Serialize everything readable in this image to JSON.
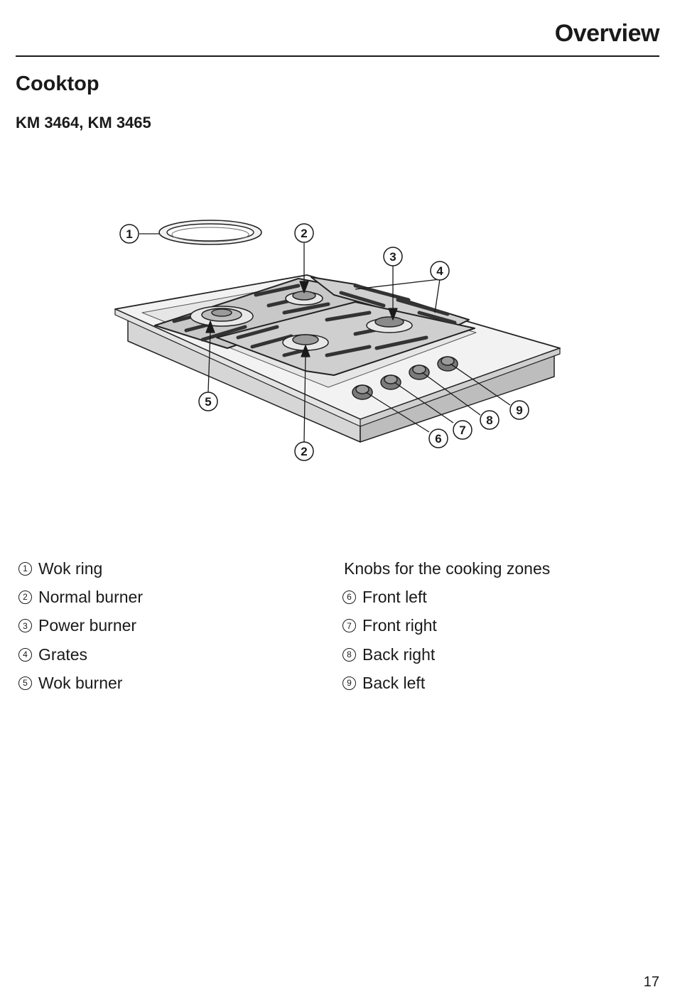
{
  "header": {
    "title": "Overview"
  },
  "section_title": "Cooktop",
  "model_title": "KM 3464, KM 3465",
  "callouts": {
    "wok_ring": "1",
    "normal_burner_back": "2",
    "power_burner": "3",
    "grates": "4",
    "wok_burner": "5",
    "normal_burner_front": "2",
    "knob_front_left": "6",
    "knob_front_right": "7",
    "knob_back_right": "8",
    "knob_back_left": "9"
  },
  "legend_left": [
    {
      "num": "1",
      "label": "Wok ring"
    },
    {
      "num": "2",
      "label": "Normal burner"
    },
    {
      "num": "3",
      "label": "Power burner"
    },
    {
      "num": "4",
      "label": "Grates"
    },
    {
      "num": "5",
      "label": "Wok burner"
    }
  ],
  "legend_right": {
    "heading": "Knobs for the cooking zones",
    "items": [
      {
        "num": "6",
        "label": "Front left"
      },
      {
        "num": "7",
        "label": "Front right"
      },
      {
        "num": "8",
        "label": "Back right"
      },
      {
        "num": "9",
        "label": "Back left"
      }
    ]
  },
  "page_number": "17"
}
